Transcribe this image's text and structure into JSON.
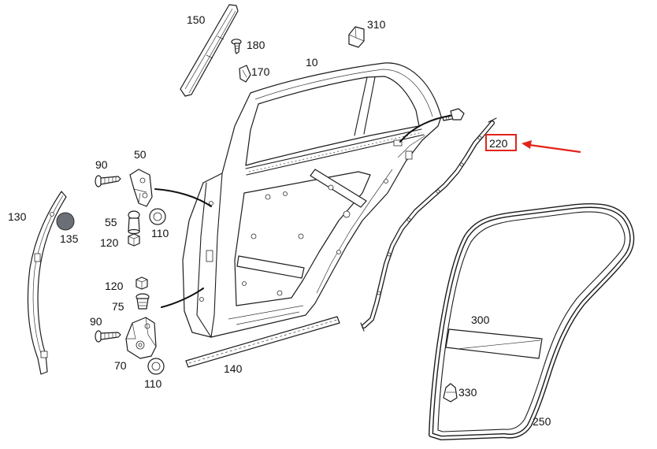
{
  "figure": {
    "callouts": [
      "150",
      "180",
      "310",
      "170",
      "10",
      "220",
      "90",
      "50",
      "130",
      "55",
      "135",
      "120",
      "110",
      "120",
      "75",
      "90",
      "70",
      "110",
      "140",
      "300",
      "330",
      "250"
    ]
  },
  "colors": {
    "highlight": "#e3231b",
    "line": "#1c1c1c",
    "plug": "#6b7077"
  }
}
